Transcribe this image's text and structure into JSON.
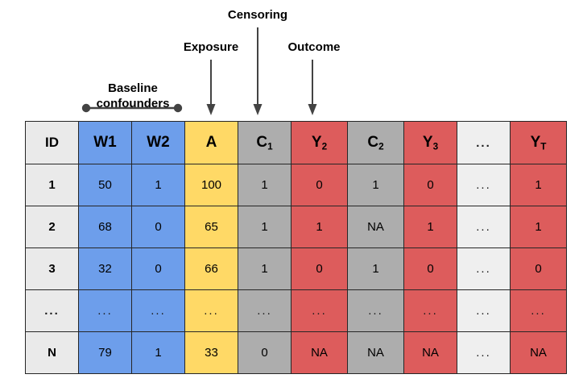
{
  "annotations": {
    "baseline": "Baseline\nconfounders",
    "exposure": "Exposure",
    "censoring": "Censoring",
    "outcome": "Outcome"
  },
  "colors": {
    "id": "#EAEAEA",
    "confounder": "#6D9EEB",
    "exposure": "#FFD966",
    "censoring": "#ADADAD",
    "outcome": "#DD5C5C",
    "spacer": "#EFEFEF",
    "border": "#262626",
    "arrow": "#434343"
  },
  "table": {
    "headers": [
      {
        "base": "ID",
        "sub": ""
      },
      {
        "base": "W1",
        "sub": ""
      },
      {
        "base": "W2",
        "sub": ""
      },
      {
        "base": "A",
        "sub": ""
      },
      {
        "base": "C",
        "sub": "1"
      },
      {
        "base": "Y",
        "sub": "2"
      },
      {
        "base": "C",
        "sub": "2"
      },
      {
        "base": "Y",
        "sub": "3"
      },
      {
        "base": "...",
        "sub": ""
      },
      {
        "base": "Y",
        "sub": "T"
      }
    ],
    "rows": [
      {
        "id": "1",
        "w1": "50",
        "w2": "1",
        "a": "100",
        "c1": "1",
        "y2": "0",
        "c2": "1",
        "y3": "0",
        "dots": "...",
        "yt": "1"
      },
      {
        "id": "2",
        "w1": "68",
        "w2": "0",
        "a": "65",
        "c1": "1",
        "y2": "1",
        "c2": "NA",
        "y3": "1",
        "dots": "...",
        "yt": "1"
      },
      {
        "id": "3",
        "w1": "32",
        "w2": "0",
        "a": "66",
        "c1": "1",
        "y2": "0",
        "c2": "1",
        "y3": "0",
        "dots": "...",
        "yt": "0"
      },
      {
        "id": "...",
        "w1": "...",
        "w2": "...",
        "a": "...",
        "c1": "...",
        "y2": "...",
        "c2": "...",
        "y3": "...",
        "dots": "...",
        "yt": "..."
      },
      {
        "id": "N",
        "w1": "79",
        "w2": "1",
        "a": "33",
        "c1": "0",
        "y2": "NA",
        "c2": "NA",
        "y3": "NA",
        "dots": "...",
        "yt": "NA"
      }
    ]
  }
}
